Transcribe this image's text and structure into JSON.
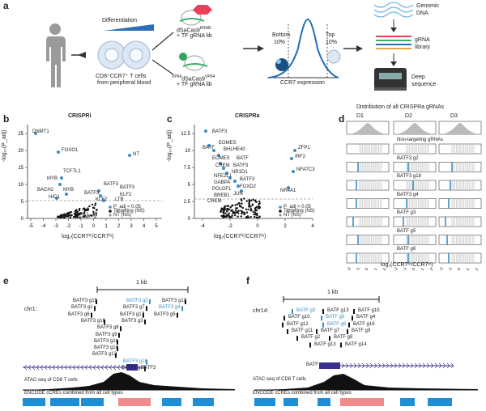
{
  "panel_a": {
    "label": "a",
    "differentiation": "Differentiation",
    "cells_line1": "CD8⁺CCR7⁺ T cells",
    "cells_line2": "from peripheral blood",
    "krab_line1": "dSaCas9",
    "krab_sup": "KRAB",
    "krab_line2": "+ TF gRNA lib",
    "vpr_pre": "VP64",
    "vpr_line1": "dSaCas9",
    "vpr_sup": "VP64",
    "vpr_line2": "+ TF gRNA lib",
    "bottom": "Bottom",
    "bottom_pct": "10%",
    "top": "Top",
    "top_pct": "10%",
    "ccr7_expr": "CCR7 expression",
    "genomic1": "Genomic",
    "genomic2": "DNA",
    "grna1": "gRNA",
    "grna2": "library",
    "deep1": "Deep",
    "deep2": "sequence"
  },
  "panel_b": {
    "label": "b",
    "title": "CRISPRi",
    "ylabel": "-log₁₀(P_adj)",
    "xlabel": "log₂(CCR7ʰⁱ/CCR7ˡᵒ)",
    "xticks": [
      "-5",
      "-4",
      "-3",
      "-2",
      "-1",
      "0",
      "1",
      "2",
      "3",
      "4",
      "5"
    ],
    "yticks": [
      "0",
      "5",
      "10",
      "15",
      "20",
      "25"
    ],
    "legend": [
      "P_adj < 0.05",
      "Targeting (NS)",
      "NT (NS)"
    ],
    "genes": [
      "DNMT1",
      "FOXO1",
      "NT",
      "TCF7L1",
      "MYB",
      "BACH2",
      "MYB",
      "HIC1",
      "BATF3",
      "BATF3",
      "BATF3",
      "BATF",
      "KLF2",
      "LTB"
    ]
  },
  "panel_c": {
    "label": "c",
    "title": "CRISPRa",
    "ylabel": "-log₁₀(P_adj)",
    "xlabel": "log₂(CCR7ʰⁱ/CCR7ˡᵒ)",
    "xticks": [
      "-4",
      "-2",
      "0",
      "2",
      "4"
    ],
    "yticks": [
      "0",
      "2.5",
      "5",
      "7.5",
      "10",
      "12.5"
    ],
    "legend": [
      "P_adj < 0.05",
      "Targeting (NS)",
      "NT (NS)"
    ],
    "genes": [
      "BATF3",
      "EOMES",
      "BATF",
      "BHLHE40",
      "EOMES",
      "BATF",
      "CREM",
      "BATF3",
      "NR1D1",
      "NFE2L1",
      "BATF3",
      "GABPA",
      "POU2F1",
      "FOXD2",
      "BREB1",
      "JUN",
      "CREM",
      "ZFP1",
      "IRF2",
      "NFATC3",
      "NR4A1"
    ]
  },
  "panel_d": {
    "label": "d",
    "title": "Distribution of all CRISPRa gRNAs",
    "donors": [
      "D1",
      "D2",
      "D3"
    ],
    "rows": [
      "Non-targeting gRNAs",
      "BATF3 g2",
      "BATF3 g18",
      "BATF3 g4",
      "BATF g3",
      "BATF g5",
      "BATF g6"
    ],
    "xticks": [
      "-2",
      "-1",
      "0",
      "1",
      "2"
    ],
    "xlabel": "log₂(CCR7ʰⁱ/CCR7ˡᵒ)"
  },
  "panel_e": {
    "label": "e",
    "scale": "1 kb",
    "chr": "chr1:",
    "guides": [
      [
        "BATF3 g15",
        "BATF3 g2",
        "BATF3 g13"
      ],
      [
        "BATF3 g1",
        "BATF3 g7",
        "BATF3 g4"
      ],
      [
        "BATF3 g6",
        "BATF3 g17",
        "BATF3 g5"
      ],
      [
        "BATF3 g16",
        "BATF3 g3"
      ],
      [
        "BATF3 g8"
      ],
      [
        "BATF3 g9"
      ],
      [
        "BATF3 g11"
      ],
      [
        "BATF3 g10"
      ],
      [
        "BATF3 g12"
      ],
      [
        "BATF3 g18"
      ],
      [
        "BATF3 g14"
      ]
    ],
    "gene": "BATF3",
    "atac": "ATAC-seq of CD8 T cells",
    "encode": "ENCODE cCREs combined from all cell types"
  },
  "panel_f": {
    "label": "f",
    "scale": "1 kb",
    "chr": "chr14:",
    "guides": [
      [
        "BATF g3",
        "BATF g13",
        "BATF g15"
      ],
      [
        "BATF g10",
        "BATF g5",
        "BATF g4"
      ],
      [
        "BATF g12",
        "BATF g6",
        "BATF g16"
      ],
      [
        "BATF g11",
        "BATF g7",
        "BATF g9"
      ],
      [
        "BATF g2",
        "BATF g8"
      ],
      [
        "BATF g13",
        "BATF g14"
      ]
    ],
    "gene": "BATF",
    "atac": "ATAC-seq of CD8 T cells",
    "encode": "ENCODE cCREs combined from all cell types"
  },
  "colors": {
    "accent": "#3a8fc4",
    "gray": "#888",
    "black": "#111",
    "encode_blue": "#1e8fd6",
    "encode_red": "#f08c8c",
    "gene_bar": "#3a2f8f"
  }
}
